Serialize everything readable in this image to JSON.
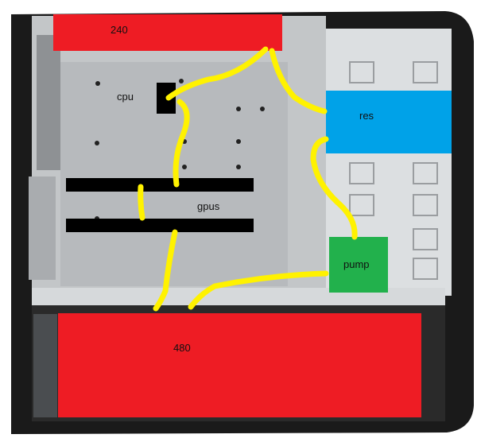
{
  "diagram": {
    "labels": {
      "radiator_top": "240",
      "cpu": "cpu",
      "gpus": "gpus",
      "reservoir": "res",
      "pump": "pump",
      "radiator_bottom": "480"
    },
    "colors": {
      "radiator": "#ee1c24",
      "gpu": "#000000",
      "cpu": "#000000",
      "reservoir": "#00a2e8",
      "pump": "#22b14c",
      "tubing": "#fff200",
      "case_frame": "#1a1a1a",
      "case_interior": "#c9ccce",
      "drive_bay": "#dfe2e4"
    }
  }
}
